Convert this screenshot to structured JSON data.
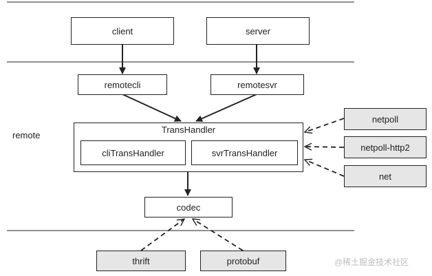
{
  "diagram": {
    "side_label": "remote",
    "nodes": {
      "client": "client",
      "server": "server",
      "remotecli": "remotecli",
      "remotesvr": "remotesvr",
      "trans_handler": "TransHandler",
      "cli_trans_handler": "cliTransHandler",
      "svr_trans_handler": "svrTransHandler",
      "codec": "codec",
      "netpoll": "netpoll",
      "netpoll_http2": "netpoll-http2",
      "net": "net",
      "thrift": "thrift",
      "protobuf": "protobuf"
    },
    "edges": [
      {
        "from": "client",
        "to": "remotecli",
        "style": "solid"
      },
      {
        "from": "server",
        "to": "remotesvr",
        "style": "solid"
      },
      {
        "from": "remotecli",
        "to": "TransHandler",
        "style": "solid"
      },
      {
        "from": "remotesvr",
        "to": "TransHandler",
        "style": "solid"
      },
      {
        "from": "TransHandler",
        "to": "codec",
        "style": "solid"
      },
      {
        "from": "netpoll",
        "to": "TransHandler",
        "style": "dashed-inheritance"
      },
      {
        "from": "netpoll-http2",
        "to": "TransHandler",
        "style": "dashed-inheritance"
      },
      {
        "from": "net",
        "to": "TransHandler",
        "style": "dashed-inheritance"
      },
      {
        "from": "thrift",
        "to": "codec",
        "style": "dashed-inheritance"
      },
      {
        "from": "protobuf",
        "to": "codec",
        "style": "dashed-inheritance"
      }
    ],
    "colors": {
      "line": "#222222",
      "gray_fill": "#e6e6e6",
      "watermark": "#bdbdbd"
    }
  },
  "watermark": "@稀土掘金技术社区"
}
